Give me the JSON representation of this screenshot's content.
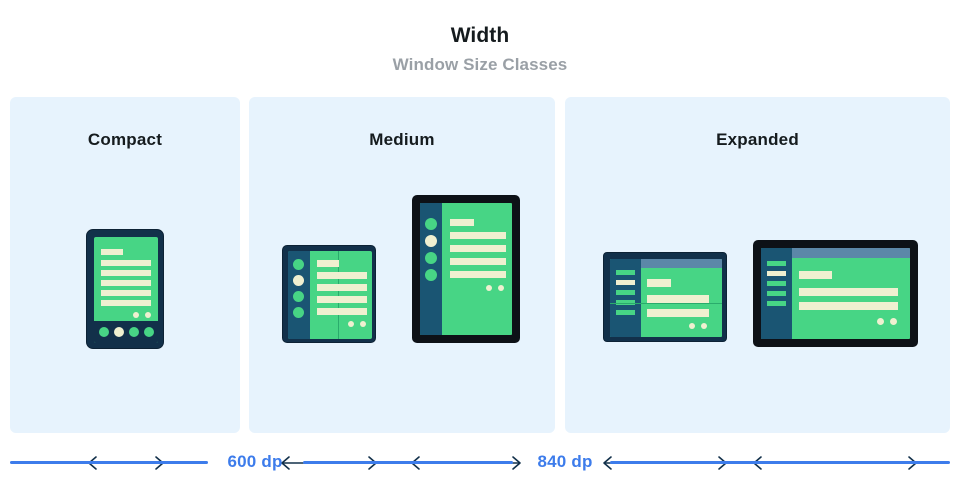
{
  "header": {
    "title": "Width",
    "subtitle": "Window Size Classes"
  },
  "panels": [
    {
      "id": "compact",
      "title": "Compact",
      "devices": [
        {
          "name": "phone-portrait",
          "type": "phone",
          "arrow_label": "width-arrow"
        }
      ]
    },
    {
      "id": "medium",
      "title": "Medium",
      "devices": [
        {
          "name": "foldable-portrait",
          "type": "foldable",
          "arrow_label": "width-arrow"
        },
        {
          "name": "tablet-portrait",
          "type": "tablet-portrait",
          "arrow_label": "width-arrow"
        }
      ]
    },
    {
      "id": "expanded",
      "title": "Expanded",
      "devices": [
        {
          "name": "foldable-unfolded",
          "type": "foldable-open",
          "arrow_label": "width-arrow"
        },
        {
          "name": "tablet-landscape",
          "type": "tablet-landscape",
          "arrow_label": "width-arrow"
        }
      ]
    }
  ],
  "breakpoints": [
    {
      "value": "600 dp"
    },
    {
      "value": "840 dp"
    }
  ],
  "colors": {
    "panel_background": "#e7f3fd",
    "page_background": "#ffffff",
    "title_text": "#151b1e",
    "subtitle_text": "#9aa0a6",
    "breakpoint_blue": "#3d7ceb",
    "device_frame_navy": "#12304a",
    "device_frame_black": "#0d1117",
    "screen_green": "#47d585",
    "rail_teal": "#1a5573",
    "content_cream": "#eff0d0",
    "header_strip_slate": "#5c87a8"
  },
  "icons": {
    "arrow": "double-headed-horizontal-arrow"
  }
}
